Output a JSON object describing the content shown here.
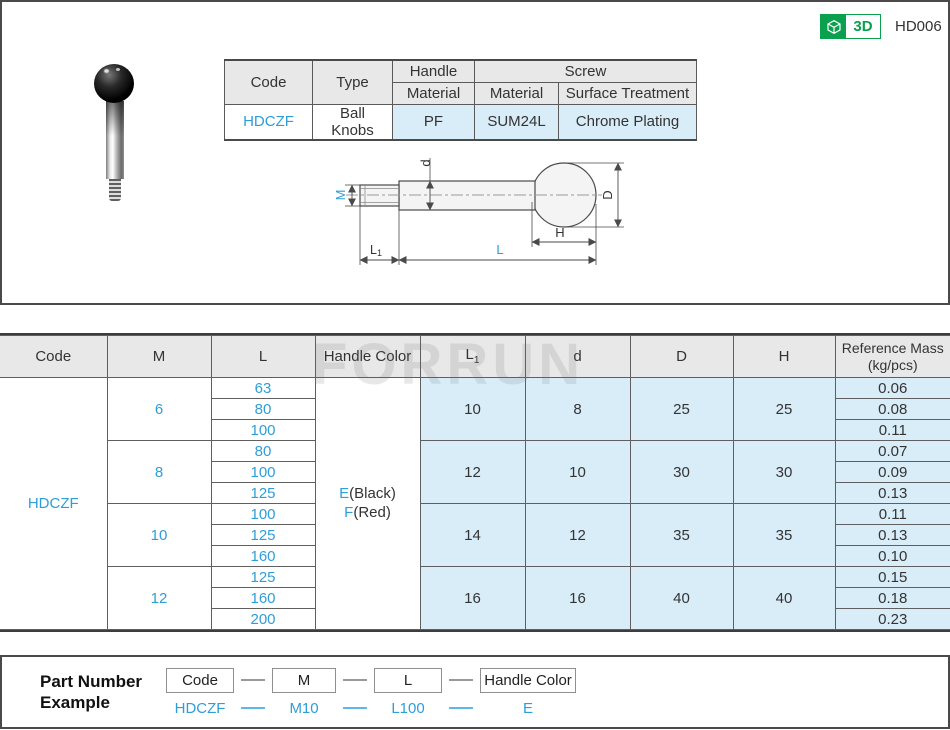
{
  "header": {
    "part_code": "HD006",
    "badge_3d_label": "3D"
  },
  "watermark": {
    "text": "FORRUN"
  },
  "colors": {
    "accent_blue": "#2e9ed8",
    "light_blue": "#d9edf9",
    "header_gray": "#e8e8e8",
    "badge_green": "#0aa04e"
  },
  "spec_table": {
    "headers": {
      "code": "Code",
      "type": "Type",
      "handle": "Handle",
      "screw": "Screw",
      "handle_material": "Material",
      "screw_material": "Material",
      "surface_treatment": "Surface Treatment"
    },
    "row": {
      "code": "HDCZF",
      "type": "Ball Knobs",
      "handle_material": "PF",
      "screw_material": "SUM24L",
      "surface_treatment": "Chrome Plating"
    }
  },
  "drawing": {
    "labels": {
      "m": "M",
      "d": "d",
      "big_d": "D",
      "big_h": "H",
      "l1_main": "L",
      "l1_sub": "1",
      "l": "L"
    }
  },
  "main_table": {
    "headers": {
      "code": "Code",
      "m": "M",
      "l": "L",
      "handle_color": "Handle Color",
      "l1_main": "L",
      "l1_sub": "1",
      "d": "d",
      "big_d": "D",
      "big_h": "H",
      "mass_line1": "Reference Mass",
      "mass_line2": "(kg/pcs)"
    },
    "code": "HDCZF",
    "handle_color": {
      "code1": "E",
      "label1": "(Black)",
      "code2": "F",
      "label2": "(Red)"
    },
    "groups": [
      {
        "m": "6",
        "l": [
          "63",
          "80",
          "100"
        ],
        "l1": "10",
        "d": "8",
        "big_d": "25",
        "big_h": "25",
        "mass": [
          "0.06",
          "0.08",
          "0.11"
        ]
      },
      {
        "m": "8",
        "l": [
          "80",
          "100",
          "125"
        ],
        "l1": "12",
        "d": "10",
        "big_d": "30",
        "big_h": "30",
        "mass": [
          "0.07",
          "0.09",
          "0.13"
        ]
      },
      {
        "m": "10",
        "l": [
          "100",
          "125",
          "160"
        ],
        "l1": "14",
        "d": "12",
        "big_d": "35",
        "big_h": "35",
        "mass": [
          "0.11",
          "0.13",
          "0.10"
        ]
      },
      {
        "m": "12",
        "l": [
          "125",
          "160",
          "200"
        ],
        "l1": "16",
        "d": "16",
        "big_d": "40",
        "big_h": "40",
        "mass": [
          "0.15",
          "0.18",
          "0.23"
        ]
      }
    ]
  },
  "example": {
    "title_line1": "Part Number",
    "title_line2": "Example",
    "boxes": [
      "Code",
      "M",
      "L",
      "Handle Color"
    ],
    "values": [
      "HDCZF",
      "M10",
      "L100",
      "E"
    ]
  }
}
